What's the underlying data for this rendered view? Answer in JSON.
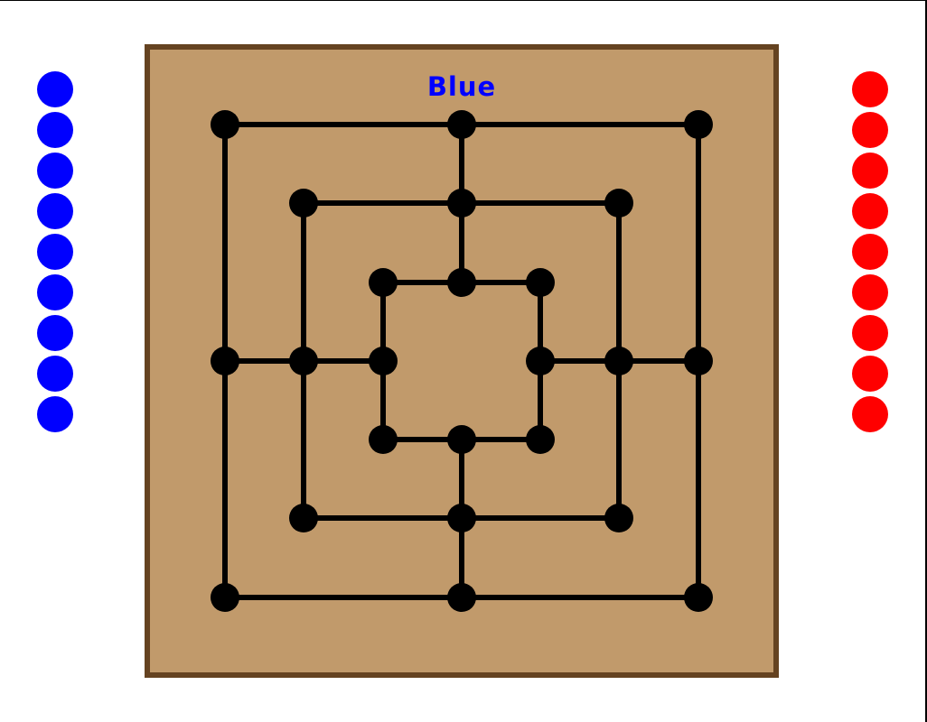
{
  "game": {
    "turn_label": "Blue",
    "turn_color": "#0000ff"
  },
  "colors": {
    "board_fill": "#c19a6b",
    "board_border": "#654321",
    "line": "#000000",
    "point": "#000000",
    "blue": "#0000ff",
    "red": "#ff0000"
  },
  "pools": {
    "blue": {
      "name": "blue-pieces",
      "remaining": 9
    },
    "red": {
      "name": "red-pieces",
      "remaining": 9
    }
  },
  "board": {
    "points_total": 24,
    "occupied": []
  }
}
